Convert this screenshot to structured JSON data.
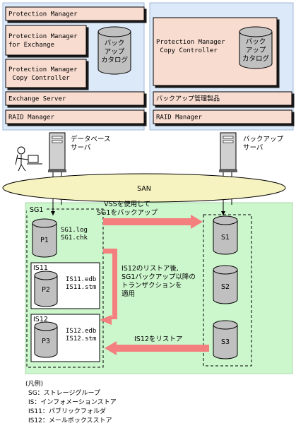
{
  "db_host": {
    "products": [
      "Protection Manager",
      "Protection Manager\nfor Exchange",
      "Protection Manager\n Copy Controller",
      "Exchange Server",
      "RAID Manager"
    ],
    "catalog_label": "バック\nアップ\nカタログ",
    "server_label": "データベース\nサーバ"
  },
  "backup_host": {
    "products": [
      "Protection Manager\n Copy Controller",
      "バックアップ管理製品",
      "RAID Manager"
    ],
    "catalog_label": "バック\nアップ\nカタログ",
    "server_label": "バックアップ\nサーバ"
  },
  "san_label": "SAN",
  "storage": {
    "group_label": "SG1",
    "p1": {
      "name": "P1",
      "files": "SG1.log\nSG1.chk"
    },
    "is11": {
      "label": "IS11",
      "disk": "P2",
      "files": "IS11.edb\nIS11.stm"
    },
    "is12": {
      "label": "IS12",
      "disk": "P3",
      "files": "IS12.edb\nIS12.stm"
    },
    "secondary_disks": [
      "S1",
      "S2",
      "S3"
    ]
  },
  "arrows": {
    "backup_text": "VSSを使用して\nSG1をバックアップ",
    "apply_text": "IS12のリストア後,\nSG1バックアップ以降の\nトランザクションを\n適用",
    "restore_text": "IS12をリストア"
  },
  "legend": {
    "title": "(凡例)",
    "items": [
      "SG：ストレージグループ",
      "IS：インフォメーションストア",
      "IS11：パブリックフォルダ",
      "IS12：メールボックスストア"
    ]
  },
  "colors": {
    "host_bg": "#dce9f8",
    "product_bg": "#f8dcd0",
    "disk_fill": "#c0c0c0",
    "san_fill": "#f6f3c0",
    "storage_bg": "#ccf6cc",
    "arrow": "#f47f7f"
  }
}
